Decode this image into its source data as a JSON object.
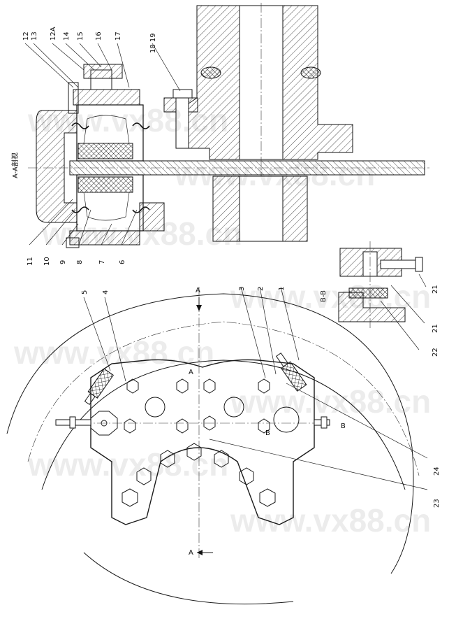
{
  "section_title": "A-A剖视",
  "section_b_title": "B-B",
  "view_marks": {
    "a": "A",
    "b": "B"
  },
  "watermark": "www.vx88.cn",
  "callouts_top": [
    {
      "id": "c12",
      "text": "12"
    },
    {
      "id": "c13",
      "text": "13"
    },
    {
      "id": "c12a",
      "text": "12A"
    },
    {
      "id": "c14",
      "text": "14"
    },
    {
      "id": "c15",
      "text": "15"
    },
    {
      "id": "c16",
      "text": "16"
    },
    {
      "id": "c17",
      "text": "17"
    },
    {
      "id": "c1819",
      "text": "18 19"
    }
  ],
  "callouts_left": [
    {
      "id": "c11",
      "text": "11"
    },
    {
      "id": "c10",
      "text": "10"
    },
    {
      "id": "c9",
      "text": "9"
    },
    {
      "id": "c8",
      "text": "8"
    },
    {
      "id": "c7",
      "text": "7"
    },
    {
      "id": "c6",
      "text": "6"
    }
  ],
  "callouts_mid": [
    {
      "id": "c5",
      "text": "5"
    },
    {
      "id": "c4",
      "text": "4"
    },
    {
      "id": "c3",
      "text": "3"
    },
    {
      "id": "c2",
      "text": "2"
    },
    {
      "id": "c1",
      "text": "1"
    }
  ],
  "callouts_right": [
    {
      "id": "c21a",
      "text": "21"
    },
    {
      "id": "c21b",
      "text": "21"
    },
    {
      "id": "c22",
      "text": "22"
    },
    {
      "id": "c24",
      "text": "24"
    },
    {
      "id": "c23",
      "text": "23"
    }
  ],
  "colors": {
    "line": "#111111",
    "background": "#ffffff"
  }
}
